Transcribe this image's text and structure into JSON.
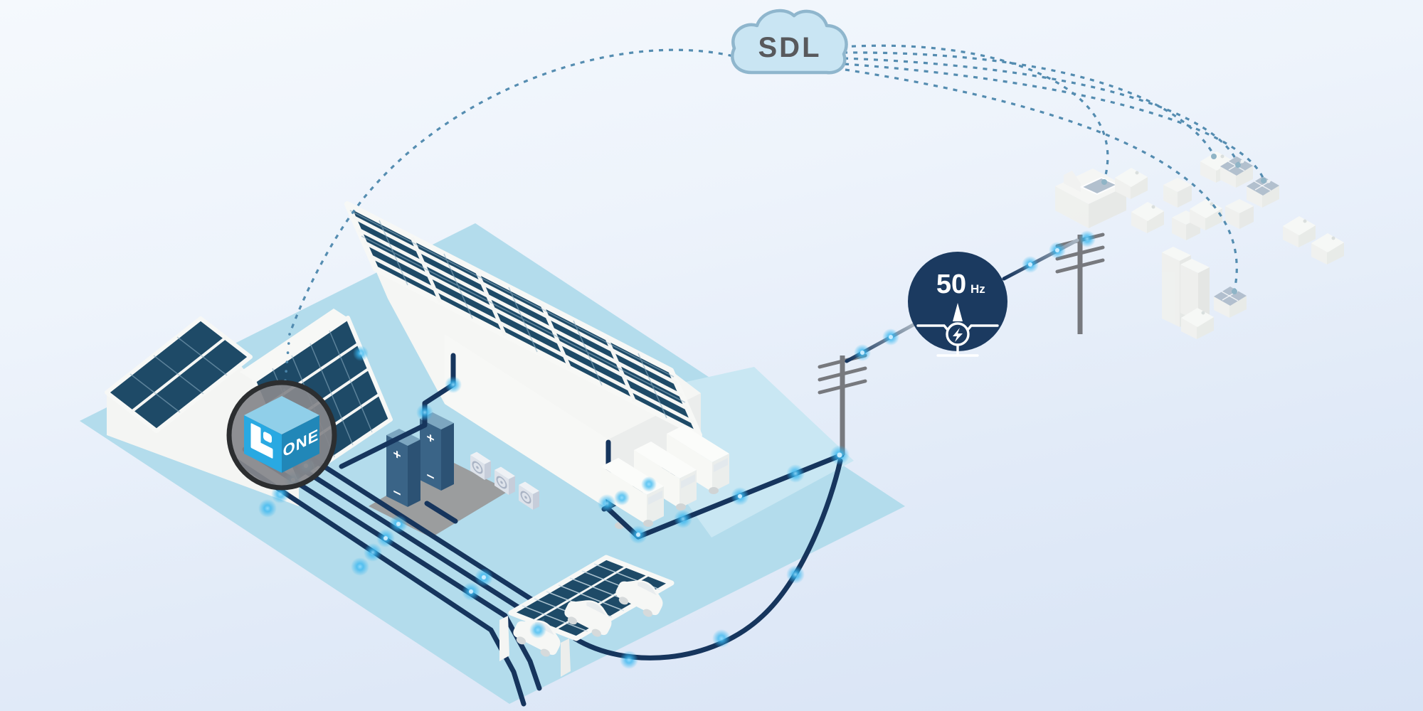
{
  "cloud": {
    "label": "SDL"
  },
  "frequency_badge": {
    "value": "50",
    "unit": "Hz"
  },
  "gateway_badge": {
    "label": "ONE"
  },
  "battery": {
    "plus_symbol": "+",
    "minus_symbol": "−"
  },
  "icons": [
    "cloud-icon",
    "brand-logo-icon",
    "cube-icon",
    "balance-scale-icon",
    "lightning-icon",
    "solar-panel-icon",
    "battery-tower-icon",
    "heat-pump-icon",
    "ev-charger-icon",
    "power-pole-icon",
    "house-icon"
  ],
  "colors": {
    "accent_cyan": "#29a9e2",
    "cable_navy": "#16355d",
    "panel_dark": "#1e4a67",
    "ground_blue": "#b3dcec",
    "badge_navy": "#1b3a60",
    "cloud_fill": "#c9e5f3",
    "cloud_stroke": "#8fb6cd",
    "dash_blue": "#4c87ad",
    "glow_blue": "#35b6f0"
  }
}
